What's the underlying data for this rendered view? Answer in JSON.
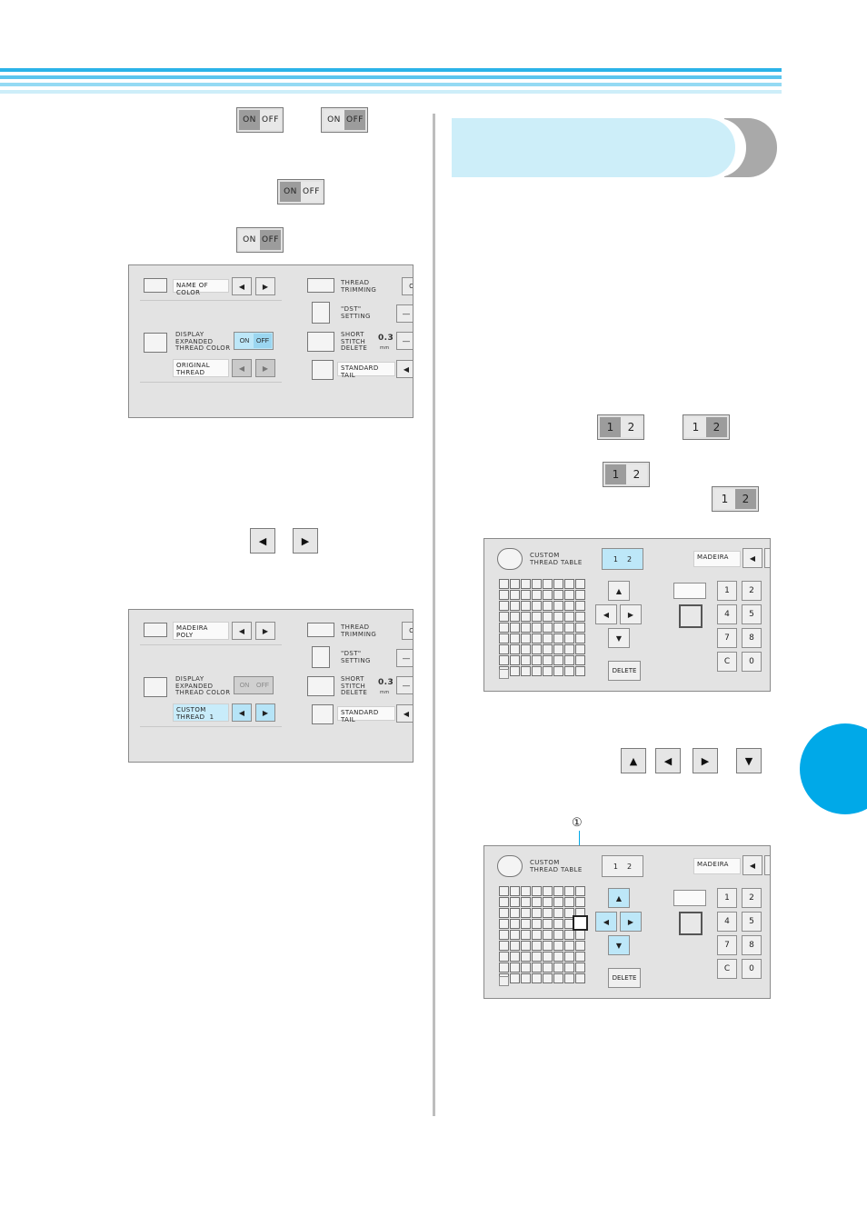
{
  "colors": {
    "accent": "#00a9e8",
    "panel_highlight": "#bde7f8",
    "section_bg": "#cdeef9"
  },
  "onoff": {
    "on": "ON",
    "off": "OFF"
  },
  "onetwo": {
    "one": "1",
    "two": "2"
  },
  "arrows": {
    "left": "◀",
    "right": "▶",
    "up": "▲",
    "down": "▼"
  },
  "panel_a": {
    "name_of_color_label": "NAME OF COLOR",
    "display_label": "DISPLAY\nEXPANDED\nTHREAD COLOR",
    "original_thread": "ORIGINAL\nTHREAD",
    "thread_trimming": "THREAD\nTRIMMING",
    "dst_setting": "\"DST\"\nSETTING",
    "short_stitch": "SHORT\nSTITCH\nDELETE",
    "standard_tail": "STANDARD TAIL",
    "minus": "—",
    "short_value": "0.3",
    "mm": "mm",
    "on_partial": "O"
  },
  "panel_b": {
    "thread_brand": "MADEIRA\nPOLY",
    "custom_thread": "CUSTOM\nTHREAD  1"
  },
  "custom_table": {
    "title": "CUSTOM\nTHREAD TABLE",
    "brand": "MADEIRA",
    "delete": "DELETE",
    "keys": [
      "1",
      "2",
      "4",
      "5",
      "7",
      "8",
      "C",
      "0"
    ]
  },
  "callout_number": "①"
}
